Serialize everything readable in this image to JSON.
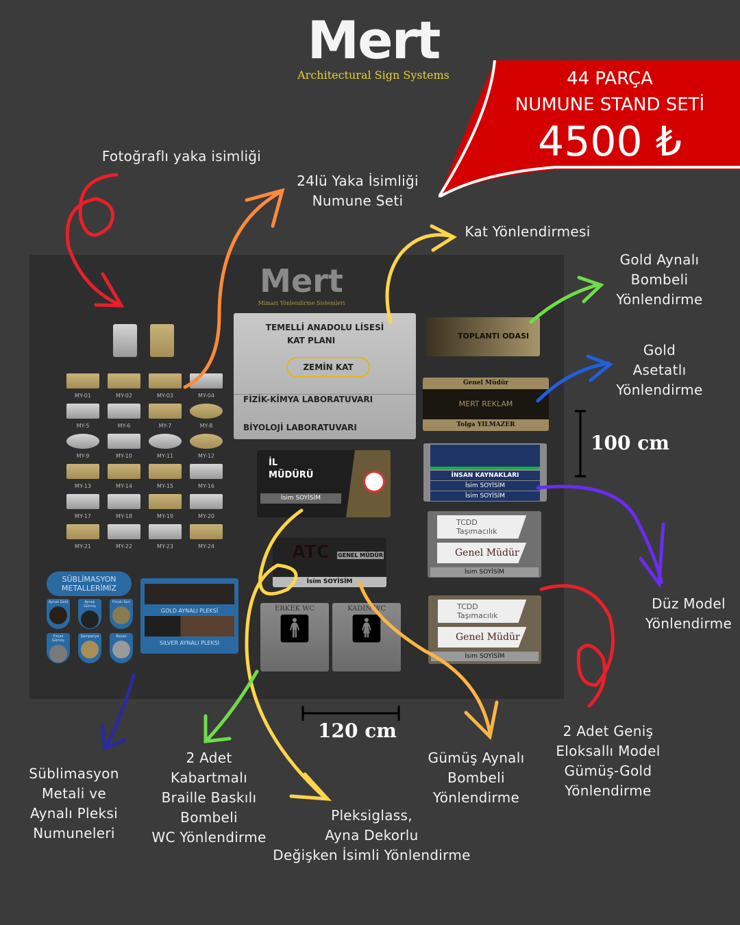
{
  "brand": {
    "name": "Mert",
    "tagline": "Architectural Sign Systems"
  },
  "promo": {
    "line1": "44 PARÇA",
    "line2": "NUMUNE STAND SETİ",
    "price": "4500 ₺",
    "color": "#d40000"
  },
  "labels": {
    "photo_badge": "Fotoğraflı yaka isimliği",
    "badge_set": [
      "24lü Yaka İsimliği",
      "Numune Seti"
    ],
    "floor": "Kat Yönlendirmesi",
    "gold_mirror": [
      "Gold Aynalı",
      "Bombeli",
      "Yönlendirme"
    ],
    "gold_acetate": [
      "Gold",
      "Asetatlı",
      "Yönlendirme"
    ],
    "flat": [
      "Düz Model",
      "Yönlendirme"
    ],
    "anodized": [
      "2 Adet Geniş",
      "Eloksallı Model",
      "Gümüş-Gold",
      "Yönlendirme"
    ],
    "silver_mirror": [
      "Gümüş Aynalı",
      "Bombeli",
      "Yönlendirme"
    ],
    "plexi": [
      "Pleksiglass,",
      "Ayna Dekorlu",
      "Değişken İsimli Yönlendirme"
    ],
    "braille": [
      "2 Adet",
      "Kabartmalı",
      "Braille Baskılı",
      "Bombeli",
      "WC Yönlendirme"
    ],
    "sublimation": [
      "Süblimasyon",
      "Metali ve",
      "Aynalı Pleksi",
      "Numuneleri"
    ]
  },
  "dimensions": {
    "height": "100 cm",
    "width": "120 cm"
  },
  "board": {
    "logo": "Mert",
    "logo_sub": "Mimari Yönlendirme Sistemleri",
    "badges": [
      "MY-01",
      "MY-02",
      "MY-03",
      "MY-04",
      "MY-5",
      "MY-6",
      "MY-7",
      "MY-8",
      "MY-9",
      "MY-10",
      "MY-11",
      "MY-12",
      "MY-13",
      "MY-14",
      "MY-15",
      "MY-16",
      "MY-17",
      "MY-18",
      "MY-19",
      "MY-20",
      "MY-21",
      "MY-22",
      "MY-23",
      "MY-24"
    ],
    "sublimation_title": [
      "SÜBLİMASYON",
      "METALLERİMİZ"
    ],
    "swatches": [
      "Aynalı Gold",
      "Aynalı Gümüş",
      "Fırçalı Sarı",
      "Fırçalı Gümüş",
      "Şampanya",
      "Beyaz"
    ],
    "plexi_samples": [
      "GOLD AYNALI PLEKSİ",
      "SILVER AYNALI PLEKSİ"
    ],
    "floor_plan": {
      "school": "TEMELLİ ANADOLU LİSESİ",
      "title": "KAT PLANI",
      "floor": "ZEMİN KAT",
      "rows": [
        "FİZİK-KİMYA LABORATUVARI",
        "BİYOLOJİ LABORATUVARI"
      ]
    },
    "director": {
      "title1": "İL",
      "title2": "MÜDÜRÜ",
      "name": "İsim SOYİSİM"
    },
    "atc": {
      "logo": "ATC",
      "role": "GENEL MÜDÜR",
      "name": "İsim SOYİSİM"
    },
    "wc": [
      "ERKEK WC",
      "KADIN WC"
    ],
    "meeting": "TOPLANTI ODASI",
    "acetate": {
      "role": "Genel Müdür",
      "company": "MERT REKLAM",
      "name": "Tolga YILMAZER"
    },
    "hr": {
      "dept": "İNSAN KAYNAKLARI",
      "names": [
        "İsim SOYİSİM",
        "İsim SOYİSİM"
      ]
    },
    "tcdd": {
      "company": "TCDD",
      "sub": "Taşımacılık",
      "role": "Genel Müdür",
      "name": "İsim SOYİSİM"
    }
  }
}
